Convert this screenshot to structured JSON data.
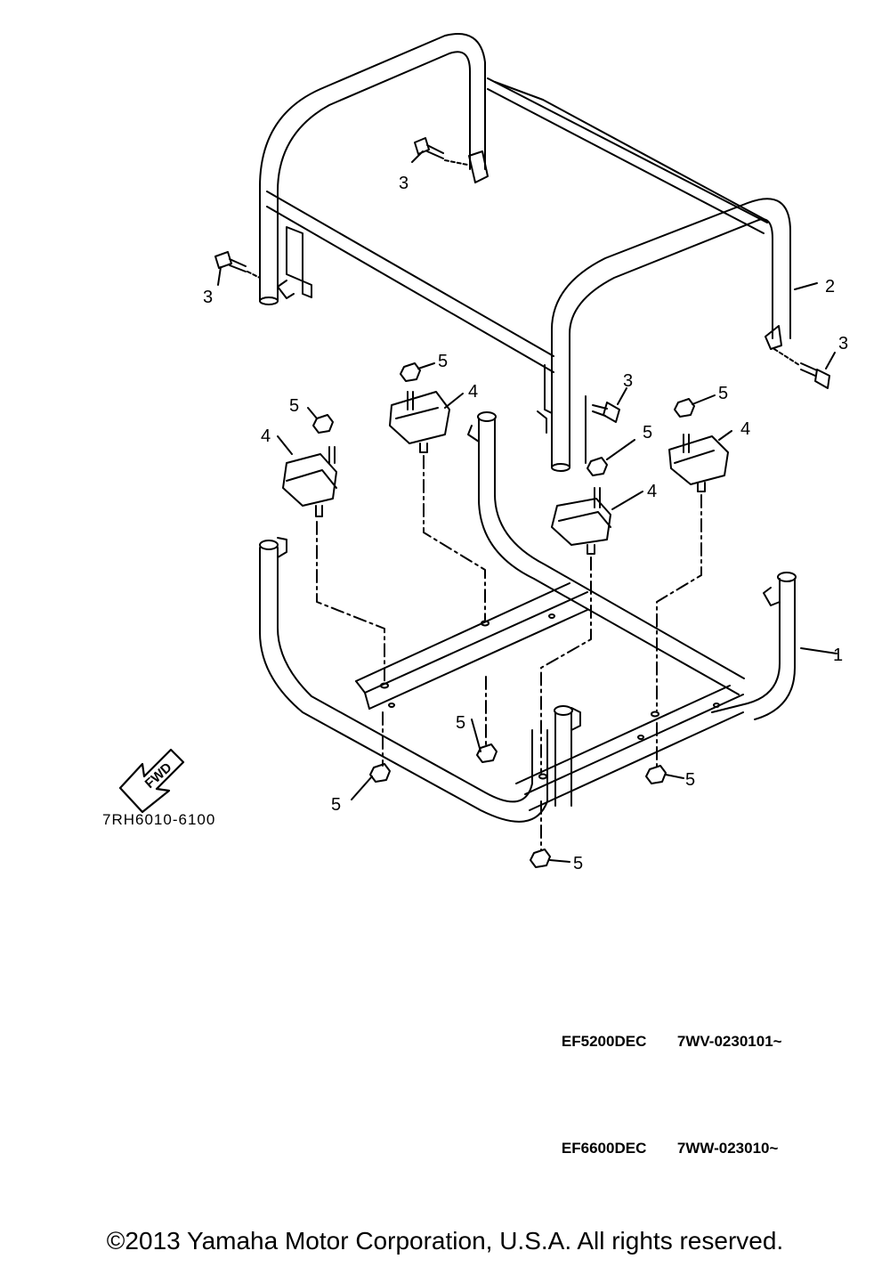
{
  "callouts": {
    "p1": "1",
    "p2": "2",
    "p3": "3",
    "p4": "4",
    "p5": "5"
  },
  "fwd_label": "FWD",
  "diagram_code": "7RH6010-6100",
  "models": [
    {
      "name": "EF5200DEC",
      "serial": "7WV-0230101~"
    },
    {
      "name": "EF6600DEC",
      "serial": "7WW-023010~"
    }
  ],
  "copyright": "©2013 Yamaha Motor Corporation, U.S.A. All rights reserved."
}
